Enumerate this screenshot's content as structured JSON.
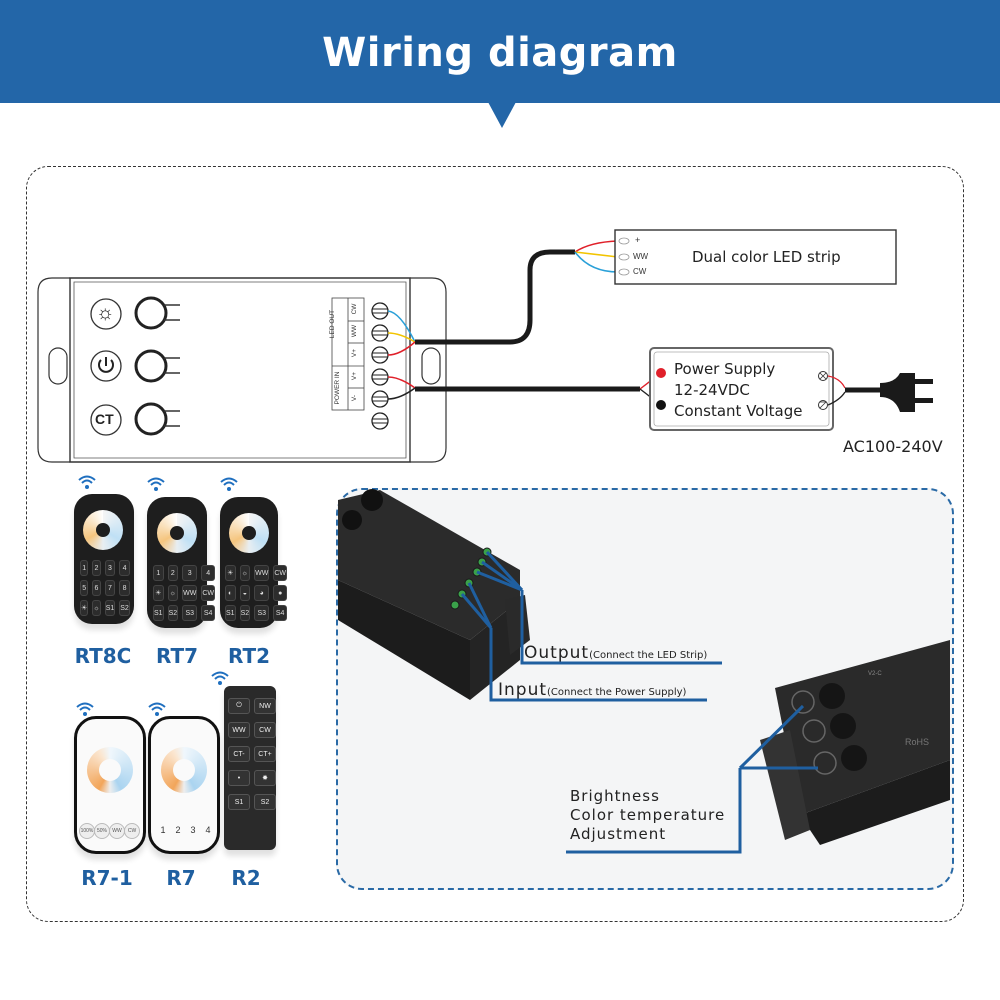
{
  "header": {
    "title": "Wiring diagram"
  },
  "colors": {
    "banner": "#2366a8",
    "wire_red": "#e0202a",
    "wire_yellow": "#f2c400",
    "wire_blue": "#2aa0d8",
    "wire_black": "#222222",
    "callout_blue": "#1f5fa0"
  },
  "controller": {
    "buttons": [
      {
        "icon": "brightness-icon",
        "label": "☼"
      },
      {
        "icon": "power-icon",
        "label": "⏻"
      },
      {
        "icon": "ct-icon",
        "label": "CT"
      }
    ],
    "terminal_groups": [
      {
        "name": "LED OUT",
        "pins": [
          "CW",
          "WW",
          "V+"
        ]
      },
      {
        "name": "POWER IN",
        "pins": [
          "V+",
          "V-"
        ]
      }
    ]
  },
  "led_strip": {
    "title": "Dual color LED strip",
    "pins": [
      "+",
      "WW",
      "CW"
    ]
  },
  "power_supply": {
    "lines": [
      "Power Supply",
      "12-24VDC",
      "Constant Voltage"
    ],
    "ac_label": "AC100-240V"
  },
  "remotes": [
    {
      "model": "RT8C",
      "keys": [
        "1",
        "2",
        "3",
        "4",
        "5",
        "6",
        "7",
        "8",
        "☀",
        "☼",
        "S1",
        "S2"
      ]
    },
    {
      "model": "RT7",
      "keys": [
        "1",
        "2",
        "3",
        "4",
        "☀",
        "☼",
        "WW",
        "CW",
        "S1",
        "S2",
        "S3",
        "S4"
      ]
    },
    {
      "model": "RT2",
      "keys": [
        "☀",
        "☼",
        "WW",
        "CW",
        "◐",
        "◒",
        "◕",
        "●",
        "S1",
        "S2",
        "S3",
        "S4"
      ]
    },
    {
      "model": "R7-1",
      "keys": [
        "100%",
        "50%",
        "WW",
        "CW"
      ]
    },
    {
      "model": "R7",
      "keys": [
        "1",
        "2",
        "3",
        "4"
      ]
    },
    {
      "model": "R2",
      "keys": [
        "⏻",
        "NW",
        "WW",
        "CW",
        "CT-",
        "CT+",
        "•",
        "✸",
        "S1",
        "S2"
      ]
    }
  ],
  "callouts": {
    "output_main": "Output",
    "output_note": "(Connect the LED Strip)",
    "input_main": "Input",
    "input_note": "(Connect the Power Supply)",
    "control_lines": [
      "Brightness",
      "Color temperature",
      "Adjustment"
    ]
  }
}
